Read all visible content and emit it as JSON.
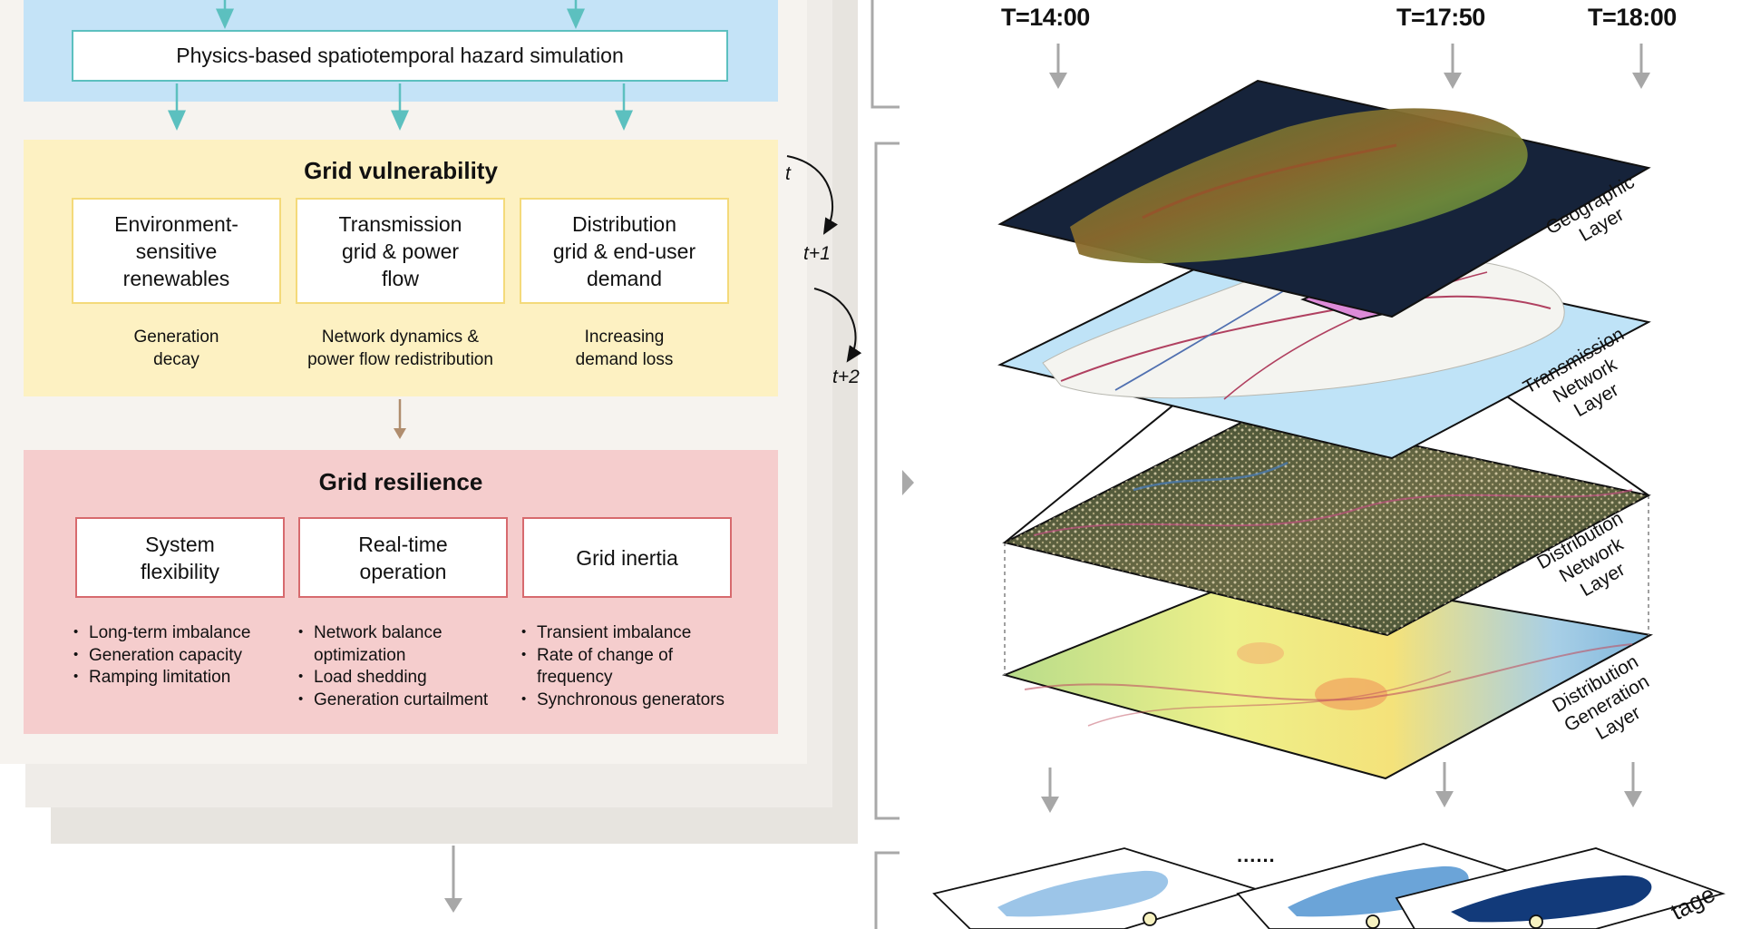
{
  "hazard": {
    "label": "Physics-based spatiotemporal hazard simulation"
  },
  "vulnerability": {
    "title": "Grid vulnerability",
    "cards": [
      {
        "label": "Environment-\nsensitive\nrenewables",
        "caption": "Generation\ndecay"
      },
      {
        "label": "Transmission\ngrid & power\nflow",
        "caption": "Network dynamics &\npower flow redistribution"
      },
      {
        "label": "Distribution\ngrid & end-user\ndemand",
        "caption": "Increasing\ndemand loss"
      }
    ]
  },
  "resilience": {
    "title": "Grid resilience",
    "cards": [
      {
        "label": "System\nflexibility",
        "bullets": [
          "Long-term imbalance",
          "Generation capacity",
          "Ramping limitation"
        ]
      },
      {
        "label": "Real-time\noperation",
        "bullets": [
          "Network balance",
          "optimization",
          "Load shedding",
          "Generation curtailment"
        ]
      },
      {
        "label": "Grid inertia",
        "bullets": [
          "Transient imbalance",
          "Rate of change of",
          "frequency",
          "Synchronous generators"
        ]
      }
    ]
  },
  "time_steps": {
    "t0": "t",
    "t1": "t+1",
    "t2": "t+2"
  },
  "timestamps": [
    "T=14:00",
    "T=17:50",
    "T=18:00"
  ],
  "layers": [
    {
      "label": "Geographic\nLayer"
    },
    {
      "label": "Transmission\nNetwork\nLayer"
    },
    {
      "label": "Distribution\nNetwork\nLayer"
    },
    {
      "label": "Distribution\nGeneration\nLayer"
    }
  ],
  "ellipsis": "......",
  "stage_label": "tage",
  "colors": {
    "teal_arrow": "#5cc0bf",
    "brown_arrow": "#b08d6e",
    "gray_arrow": "#a7a7a7",
    "blue_band": "#c4e3f7",
    "yellow_band": "#fdf1c2",
    "red_band": "#f5cdcd",
    "yellow_border": "#f4da7a",
    "red_border": "#d76a6e"
  }
}
